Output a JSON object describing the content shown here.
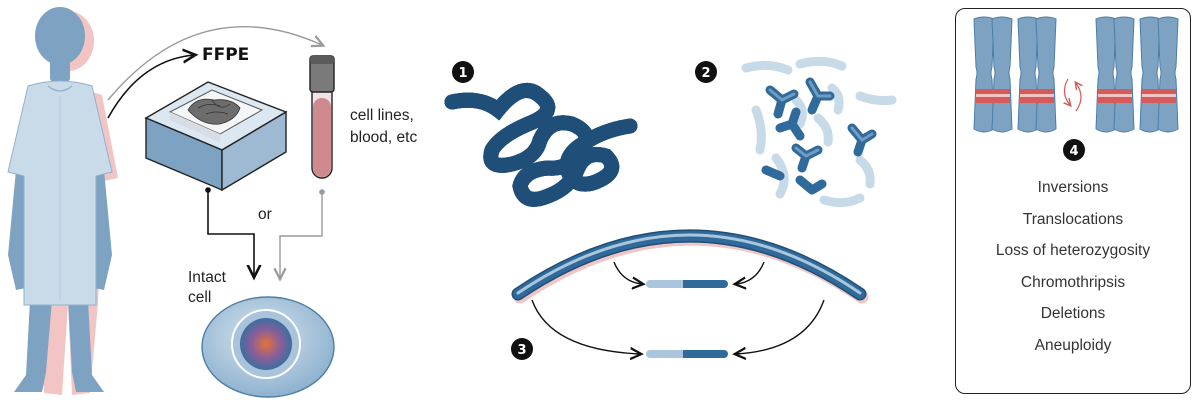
{
  "labels": {
    "ffpe": "FFPE",
    "tube_line1": "cell lines,",
    "tube_line2": "blood, etc",
    "or": "or",
    "intact_line1": "Intact",
    "intact_line2": "cell"
  },
  "steps": {
    "s1": "1",
    "s2": "2",
    "s3": "3",
    "s4": "4"
  },
  "sv_types": [
    "Inversions",
    "Translocations",
    "Loss of heterozygosity",
    "Chromothripsis",
    "Deletions",
    "Aneuploidy"
  ],
  "colors": {
    "skin": "#7ea3c2",
    "skin_shadow": "#f2c4c4",
    "gown": "#c9dbe8",
    "dna_dark": "#2f6a9a",
    "dna_light": "#a9c6dc",
    "dna_faint": "#c7dae8",
    "band": "#d65a5a",
    "tube_fill": "#cf8a8f",
    "cell_body": "#b7cfe2",
    "arrow_dark": "#111111",
    "arrow_gray": "#9a9a9a"
  }
}
